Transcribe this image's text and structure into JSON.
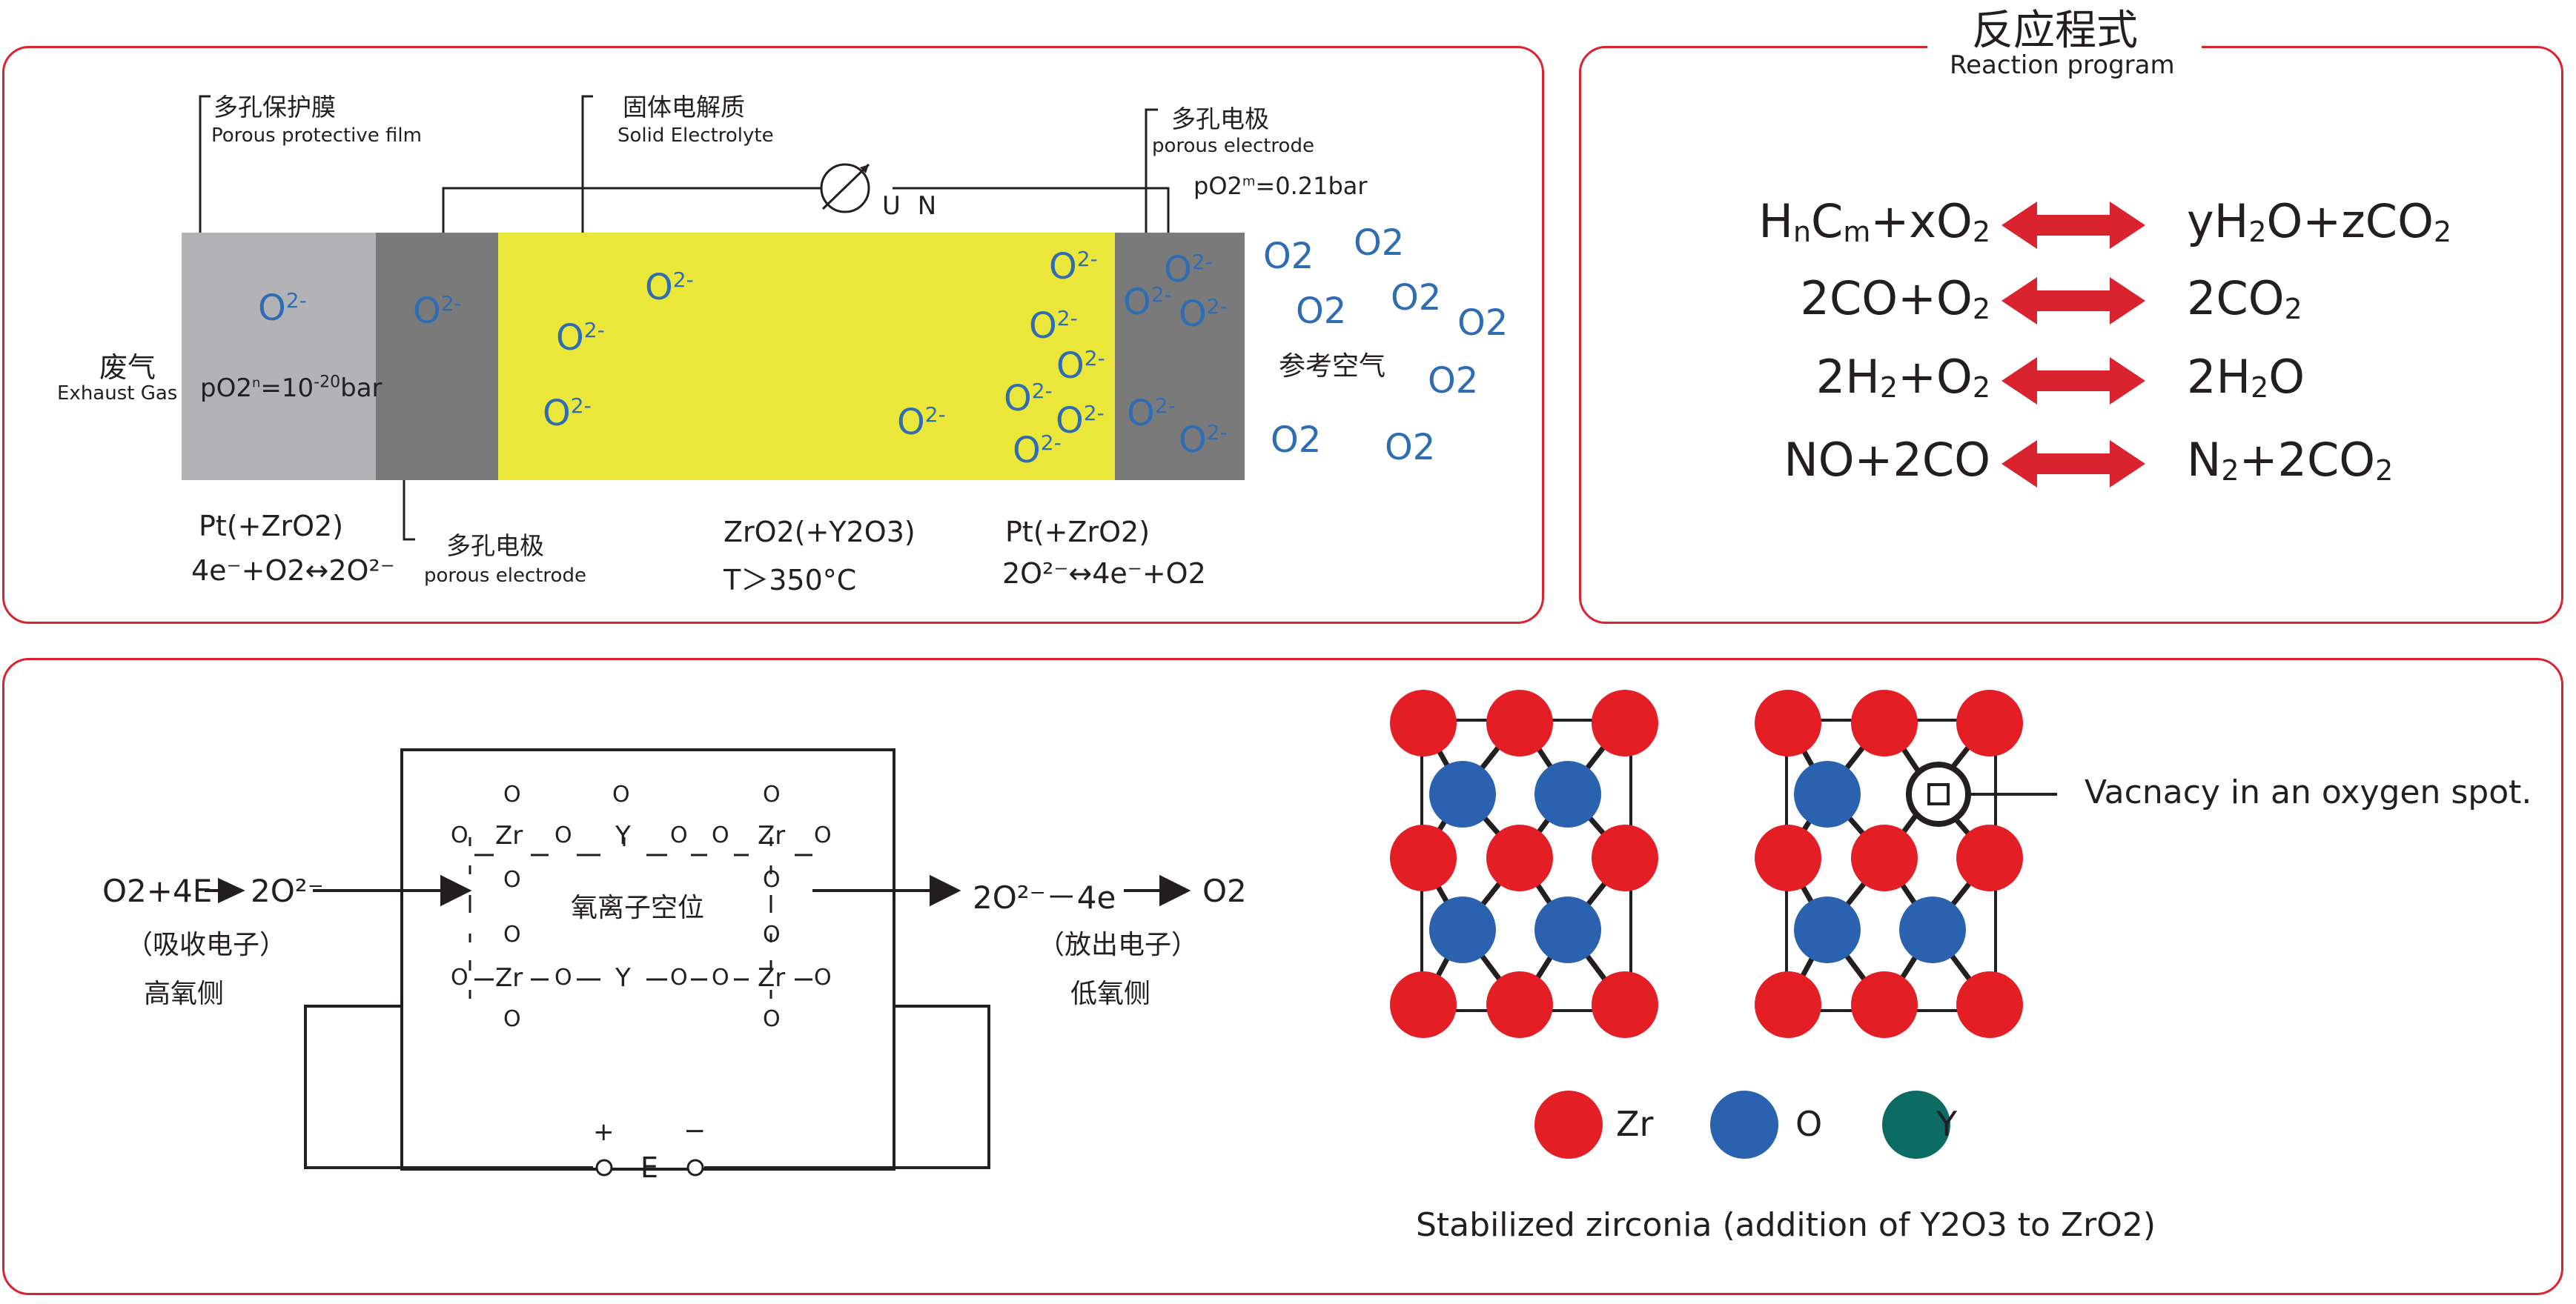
{
  "sensor": {
    "label_porous_film_zh": "多孔保护膜",
    "label_porous_film_en": "Porous protective film",
    "label_electrolyte_zh": "固体电解质",
    "label_electrolyte_en": "Solid Electrolyte",
    "label_porous_electrode_top_zh": "多孔电极",
    "label_porous_electrode_top_en": "porous electrode",
    "po2_ref": "pO2",
    "po2_ref_sup": "m",
    "po2_ref_val": "=0.21bar",
    "voltmeter_label": "U N",
    "exhaust_zh": "废气",
    "exhaust_en": "Exhaust Gas",
    "po2_exhaust": "pO2",
    "po2_exhaust_sup": "n",
    "po2_exhaust_val": "=10",
    "po2_exhaust_exp": "-20",
    "po2_exhaust_unit": "bar",
    "ion_label": "O",
    "ion_charge": "2-",
    "ref_air_zh": "参考空气",
    "o2_gas": "O2",
    "pt_left": "Pt(+ZrO2)",
    "reaction_left": "4e⁻+O2↔2O²⁻",
    "label_porous_electrode_bottom_zh": "多孔电极",
    "label_porous_electrode_bottom_en": "porous electrode",
    "zro2_label": "ZrO2(+Y2O3)",
    "temp_label": "T＞350°C",
    "pt_right": "Pt(+ZrO2)",
    "reaction_right": "2O²⁻↔4e⁻+O2"
  },
  "reactions": {
    "title_zh": "反应程式",
    "title_en": "Reaction program",
    "rows": [
      {
        "left": "HnCm+xO2",
        "right": "yH2O+zCO2"
      },
      {
        "left": "2CO+O2",
        "right": "2CO2"
      },
      {
        "left": "2H2+O2",
        "right": "2H2O"
      },
      {
        "left": "NO+2CO",
        "right": "N2+2CO2"
      }
    ]
  },
  "mechanism": {
    "input_formula": "O2+4E",
    "input_product": "2O²⁻",
    "input_note_zh": "（吸收电子）",
    "input_side_zh": "高氧侧",
    "vacancy_zh": "氧离子空位",
    "output_formula": "2O²⁻－4e",
    "output_product": "O2",
    "output_note_zh": "（放出电子）",
    "output_side_zh": "低氧侧",
    "power_plus": "+",
    "power_minus": "−",
    "power_label": "E",
    "lattice_atoms": [
      "O",
      "Zr",
      "Y"
    ]
  },
  "lattice": {
    "vacancy_label": "Vacnacy in an oxygen spot.",
    "legend": [
      {
        "name": "Zr",
        "color": "#e31e24"
      },
      {
        "name": "O",
        "color": "#2b62b0"
      },
      {
        "name": "Y",
        "color": "#0c6b62"
      }
    ],
    "caption": "Stabilized zirconia (addition of Y2O3 to ZrO2)"
  },
  "colors": {
    "panel_border": "#d9232f",
    "protective_film": "#b3b2b6",
    "electrode": "#7a7a7a",
    "electrolyte": "#eae73a",
    "ion_blue": "#2e6db4",
    "arrow_red": "#d9232f",
    "zr_red": "#e31e24",
    "o_blue": "#2b62b0",
    "y_teal": "#0c6b62"
  }
}
